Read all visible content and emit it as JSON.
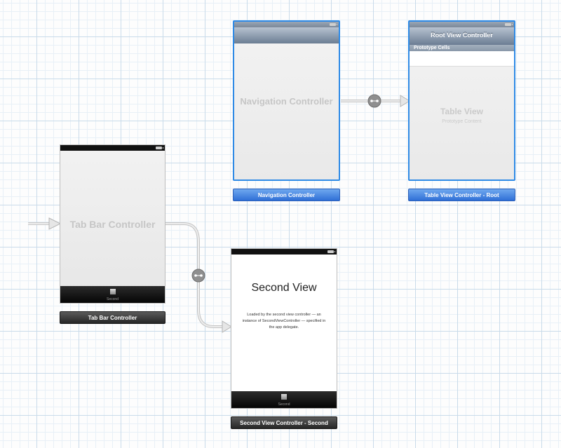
{
  "scenes": {
    "tab_bar_controller": {
      "placeholder": "Tab Bar Controller",
      "tab_label": "Second",
      "label": "Tab Bar Controller"
    },
    "navigation_controller": {
      "placeholder": "Navigation Controller",
      "label": "Navigation Controller"
    },
    "table_view_controller": {
      "nav_title": "Root View Controller",
      "section_header": "Prototype Cells",
      "title": "Table View",
      "subtitle": "Prototype Content",
      "label": "Table View Controller - Root"
    },
    "second_view_controller": {
      "title": "Second View",
      "description": "Loaded by the second view controller — an instance of SecondViewController — specified in the app delegate.",
      "tab_label": "Second",
      "label": "Second View Controller - Second"
    }
  },
  "colors": {
    "selection_blue": "#2e8ae6",
    "segue_gray": "#c4c4c4"
  },
  "icons": {
    "segue": "segue-relationship-icon",
    "entry_point": "initial-arrow-icon"
  }
}
